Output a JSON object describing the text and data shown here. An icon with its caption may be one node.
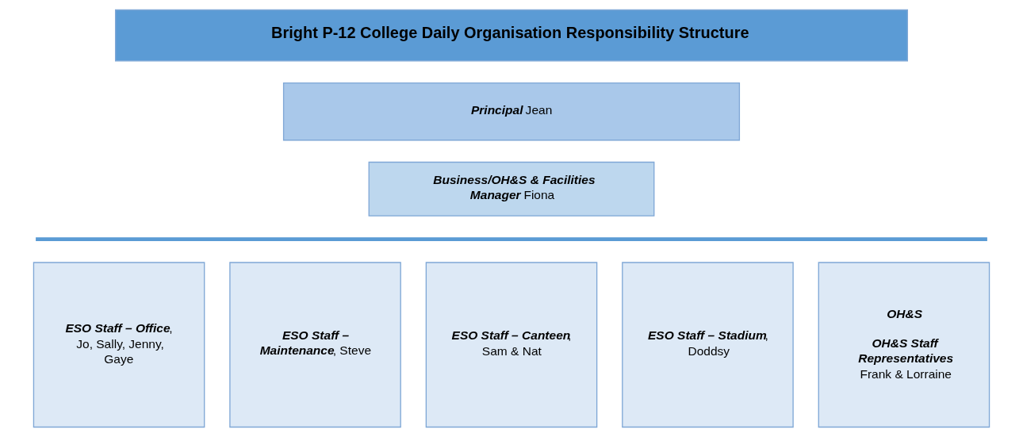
{
  "diagram": {
    "nodes": [
      {
        "text": [
          "Bright P-12 College Daily Organisation Responsibility Structure"
        ]
      },
      {
        "text": [
          "**Principal** Jean"
        ]
      },
      {
        "text": [
          "**Business/OH&S & Facilities Manager** Fiona"
        ]
      },
      {
        "text": [
          "**ESO Staff – Office**, Jo, Sally, Jenny, Gaye"
        ]
      },
      {
        "text": [
          "**ESO Staff – Maintenance**, Steve"
        ]
      },
      {
        "text": [
          "**ESO Staff – Canteen**, Sam & Nat"
        ]
      },
      {
        "text": [
          "**ESO Staff – Stadium**, Doddsy"
        ]
      },
      {
        "text": [
          "**OH&S**",
          "**OH&S Staff Representatives** Frank & Lorraine"
        ]
      }
    ],
    "edges": []
  }
}
